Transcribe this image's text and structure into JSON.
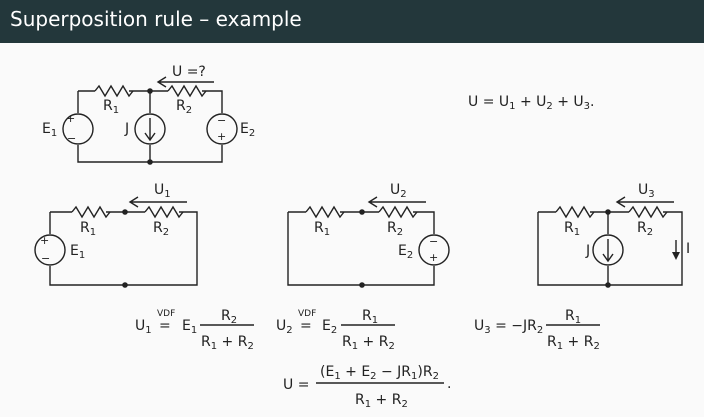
{
  "header": {
    "title": "Superposition rule – example"
  },
  "labels": {
    "R": "R",
    "E": "E",
    "U": "U",
    "J": "J",
    "I": "I",
    "one": "1",
    "two": "2",
    "three": "3",
    "plus": "+",
    "minus": "−",
    "top_arrow": "U =?"
  },
  "equations": {
    "sum": "U = U1 + U2 + U3.",
    "vdf": "VDF",
    "eq_sign": "=",
    "R1_plus_R2": "R1 + R2",
    "minus_JR2": "= −JR2",
    "final_lhs": "U =",
    "final_num": "(E1 + E2 − JR1)R2",
    "period": "."
  }
}
